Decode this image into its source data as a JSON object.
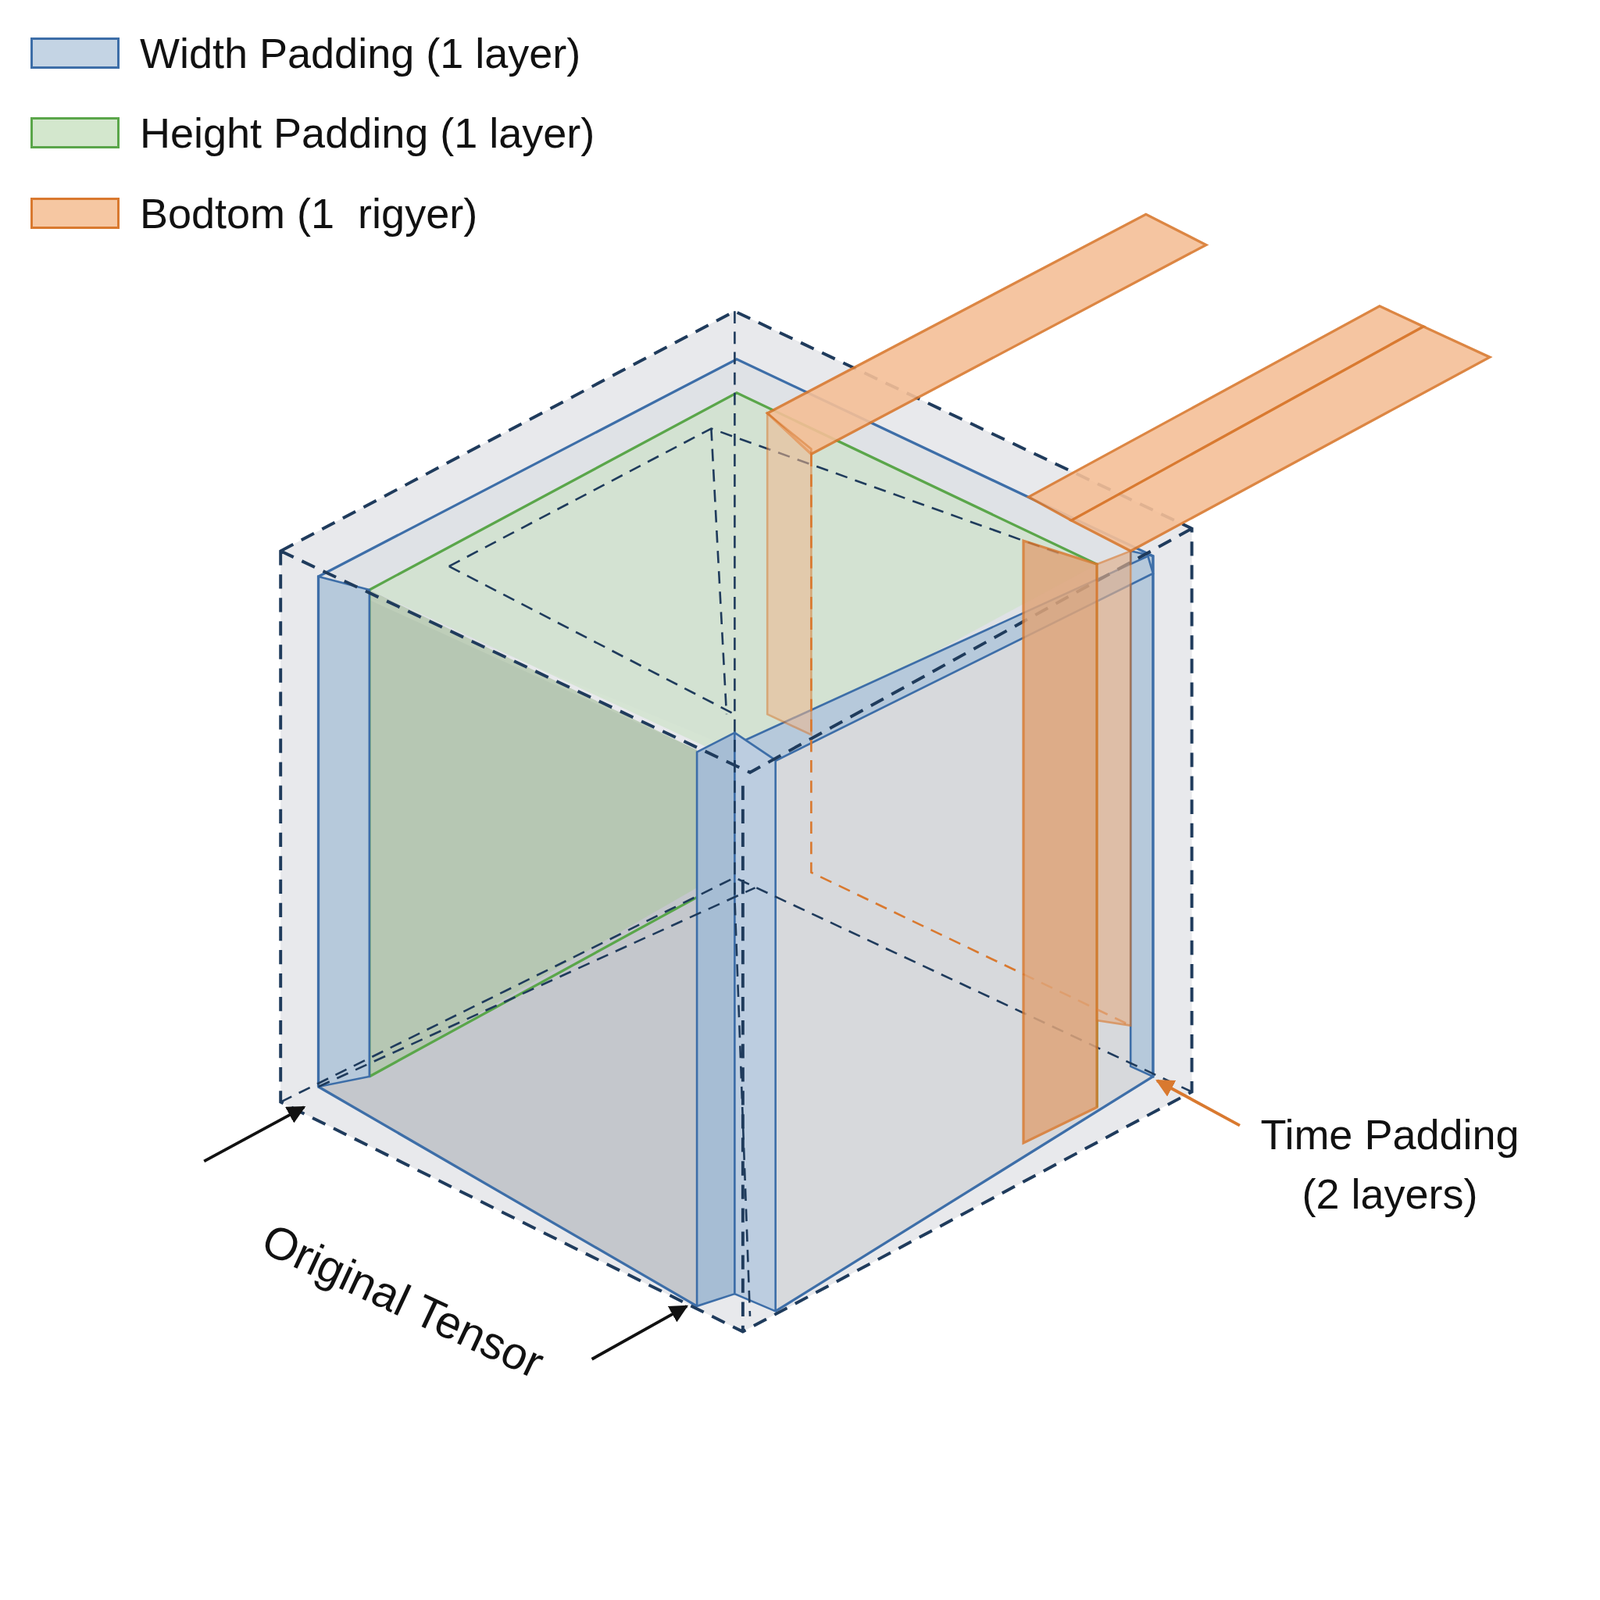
{
  "diagram": {
    "labels": [
      "Original Tensor",
      "Time Padding (2 layers)"
    ],
    "legend": [
      {
        "text": "Width Padding (1 layer)",
        "color": "#c4d4e4"
      },
      {
        "text": "Height Padding (1 layer)",
        "color": "#d3e7cd"
      },
      {
        "text": "Bodtom (1  rigyer)",
        "color": "#f6c7a2"
      }
    ]
  }
}
